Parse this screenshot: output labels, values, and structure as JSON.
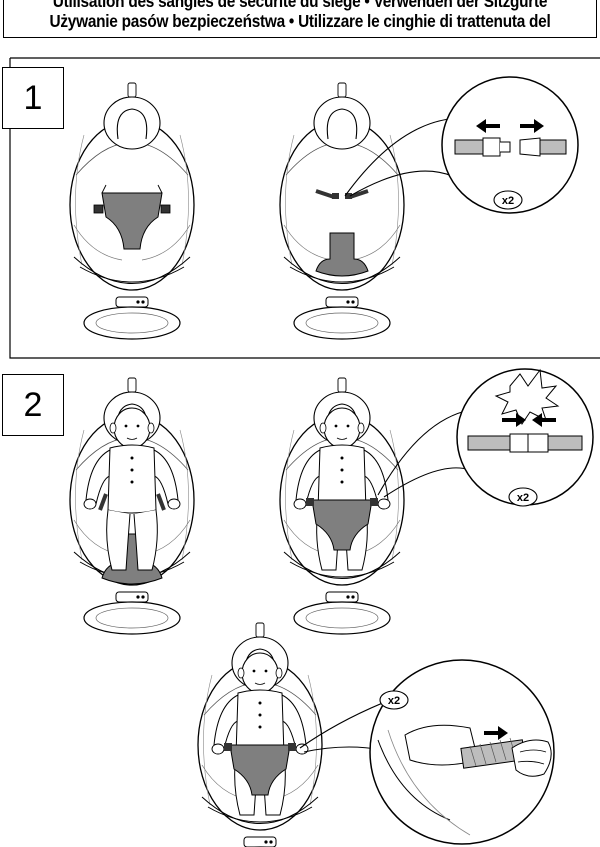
{
  "header": {
    "line1": "Utilisation des sangles de sécurité du siège • Verwenden der Sitzgurte",
    "line2": "Używanie pasów bezpieczeństwa • Utilizzare le cinghie di trattenuta del"
  },
  "steps": [
    {
      "number": "1",
      "callout_count": "x2"
    },
    {
      "number": "2",
      "callout_count": "x2",
      "detail_count": "x2"
    }
  ]
}
